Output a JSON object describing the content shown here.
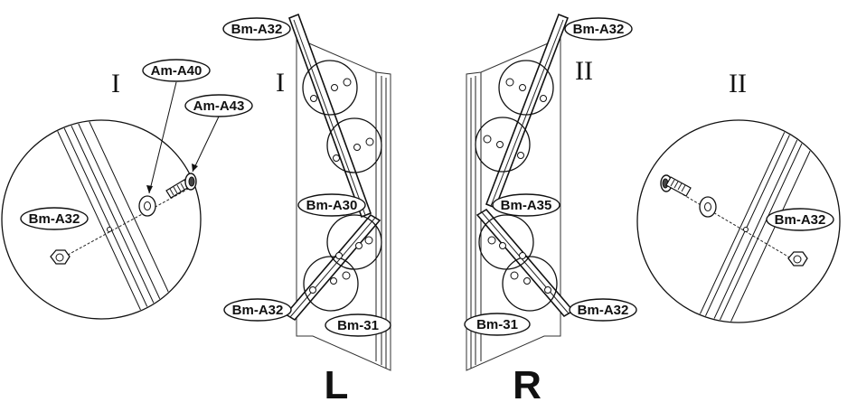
{
  "detail_markers": {
    "left_panel": "I",
    "right_panel": "II",
    "left_detail": "I",
    "right_detail": "II"
  },
  "side_labels": {
    "left": "L",
    "right": "R"
  },
  "callouts": {
    "left_detail_washer": "Am-A40",
    "left_detail_bolt": "Am-A43",
    "left_detail_rail": "Bm-A32",
    "left_top_rail": "Bm-A32",
    "left_mid_rail": "Bm-A30",
    "left_bottom_rail": "Bm-A32",
    "left_bottom_part": "Bm-31",
    "right_top_rail": "Bm-A32",
    "right_mid_rail": "Bm-A35",
    "right_bottom_part": "Bm-31",
    "right_bottom_rail": "Bm-A32",
    "right_detail_rail": "Bm-A32"
  }
}
